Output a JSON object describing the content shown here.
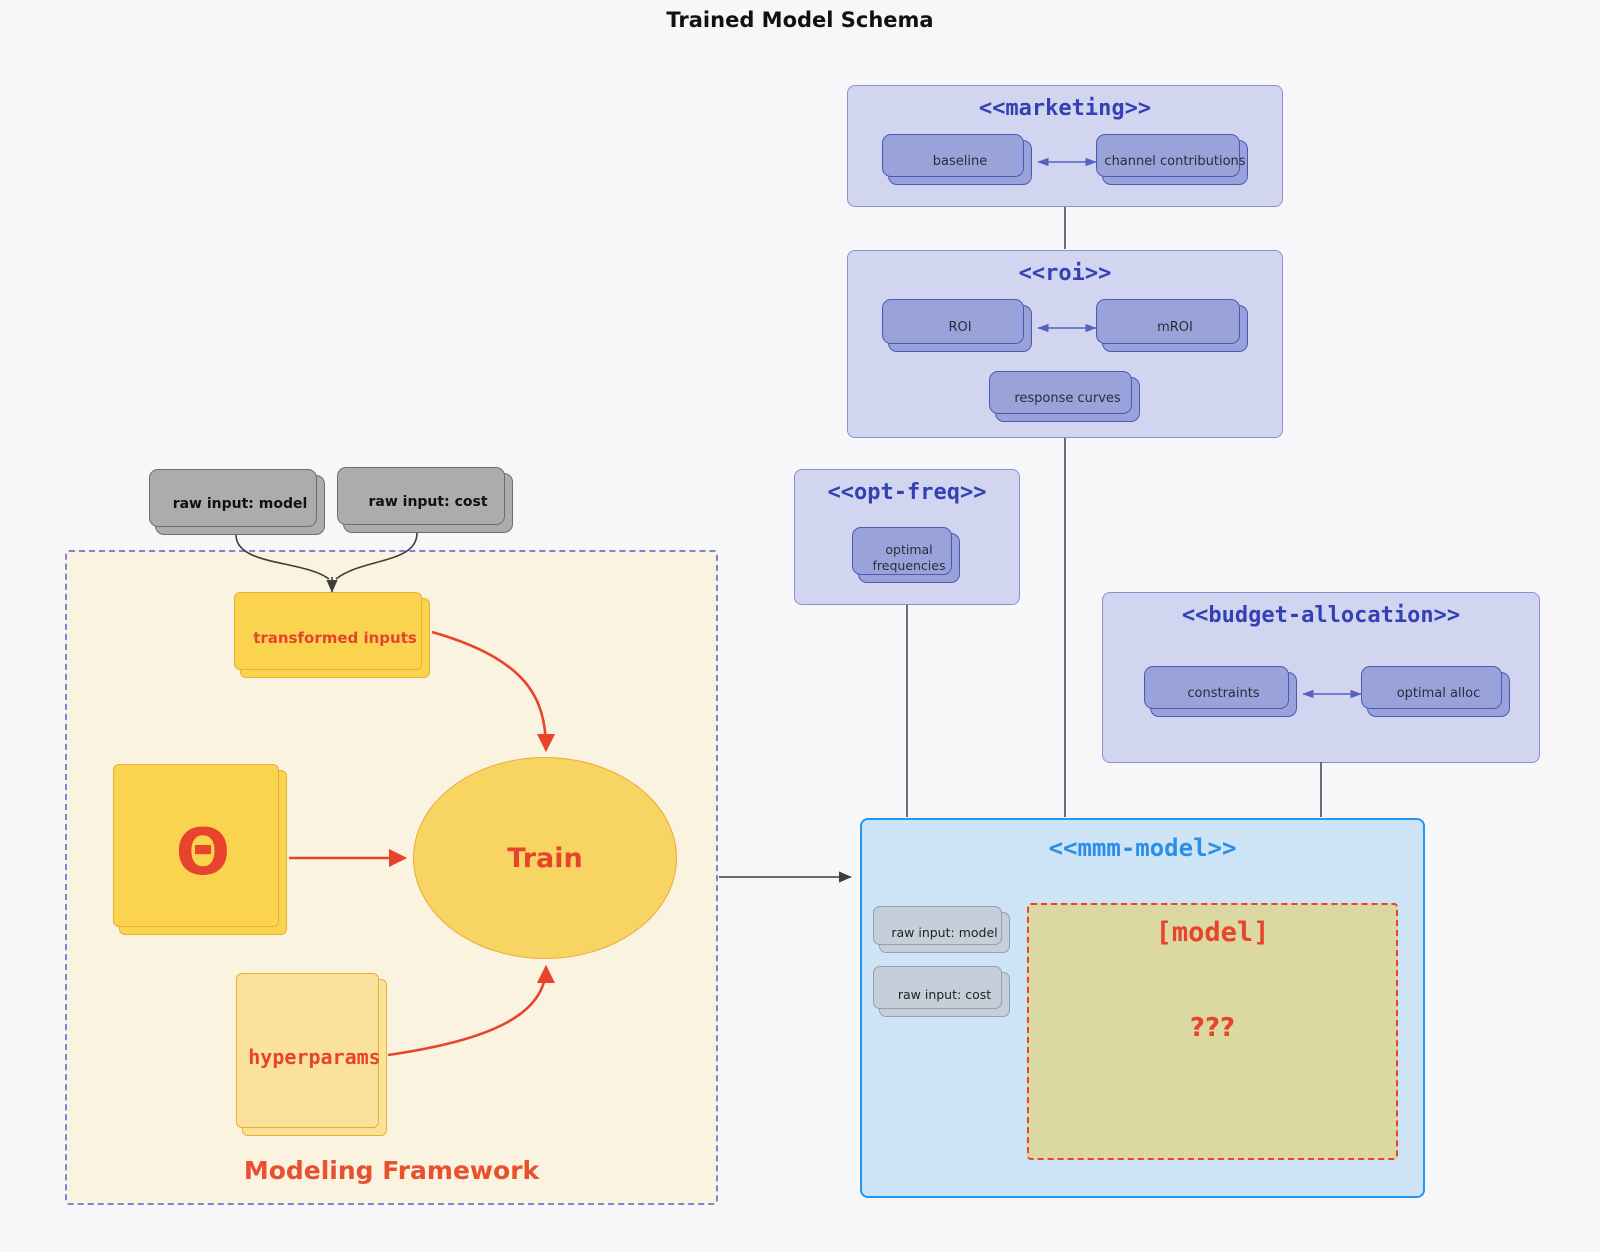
{
  "title": "Trained Model Schema",
  "groups": {
    "marketing": {
      "title": "<<marketing>>",
      "nodes": {
        "baseline": "baseline",
        "channel_contributions": "channel contributions"
      }
    },
    "roi": {
      "title": "<<roi>>",
      "nodes": {
        "roi": "ROI",
        "mroi": "mROI",
        "response_curves": "response curves"
      }
    },
    "opt_freq": {
      "title": "<<opt-freq>>",
      "nodes": {
        "optimal_frequencies": "optimal frequencies"
      }
    },
    "budget_allocation": {
      "title": "<<budget-allocation>>",
      "nodes": {
        "constraints": "constraints",
        "optimal_alloc": "optimal alloc"
      }
    },
    "mmm_model": {
      "title": "<<mmm-model>>",
      "nodes": {
        "raw_input_model": "raw input: model",
        "raw_input_cost": "raw input: cost",
        "model_box": "[model]",
        "unknown": "???"
      }
    }
  },
  "framework": {
    "label": "Modeling Framework",
    "nodes": {
      "raw_input_model": "raw input: model",
      "raw_input_cost": "raw input: cost",
      "transformed_inputs": "transformed inputs",
      "theta": "Θ",
      "train": "Train",
      "hyperparams": "hyperparams"
    }
  },
  "colors": {
    "background": "#f7f7f9",
    "purple_container": "#d2d5f0",
    "purple_node": "#9aa3d9",
    "indigo_title": "#3441b5",
    "blue_container": "#cde4f7",
    "blue_title": "#2b8fe8",
    "cream_container": "#faf3df",
    "yellow_node": "#fbd44f",
    "red_accent": "#e8432c",
    "gray_node": "#acacac",
    "khaki_model_box": "#dcd8a1"
  }
}
